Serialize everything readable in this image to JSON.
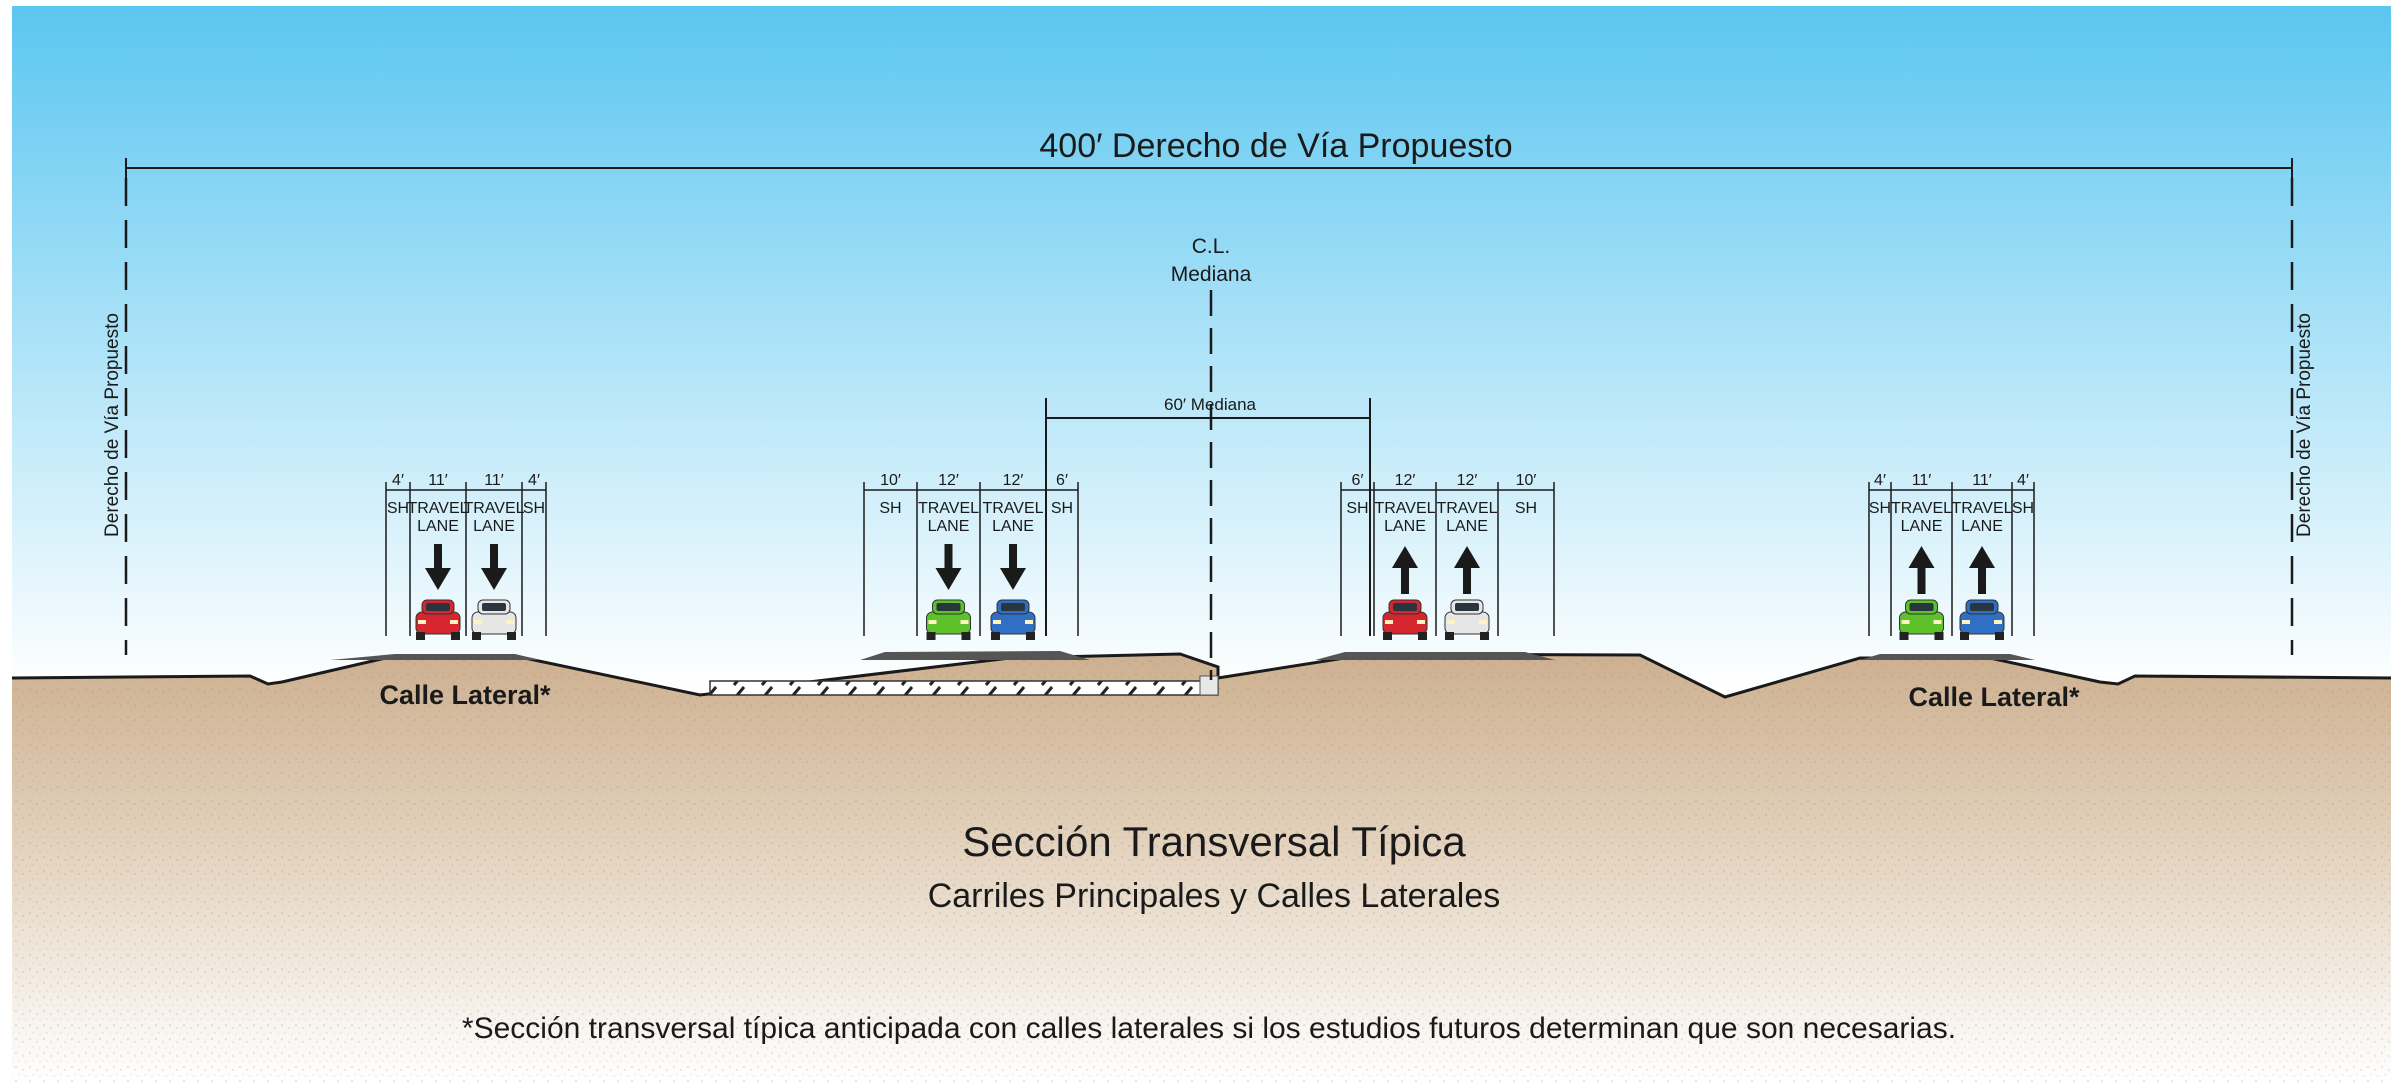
{
  "row_label": "400′ Derecho de Vía Propuesto",
  "row_side_label": "Derecho de Vía Propuesto",
  "centerline": {
    "line1": "C.L.",
    "line2": "Mediana"
  },
  "median_width_label": "60′ Mediana",
  "roadway_groups": [
    {
      "name": "frontage-left",
      "direction": "down",
      "dims": [
        "4′",
        "11′",
        "11′",
        "4′"
      ],
      "lanes": [
        [
          "SH"
        ],
        [
          "TRAVEL",
          "LANE"
        ],
        [
          "TRAVEL",
          "LANE"
        ],
        [
          "SH"
        ]
      ],
      "cars": [
        "#d62630",
        "#e6e6e6"
      ]
    },
    {
      "name": "main-left",
      "direction": "down",
      "dims": [
        "10′",
        "12′",
        "12′",
        "6′"
      ],
      "lanes": [
        [
          "SH"
        ],
        [
          "TRAVEL",
          "LANE"
        ],
        [
          "TRAVEL",
          "LANE"
        ],
        [
          "SH"
        ]
      ],
      "cars": [
        "#5cc12a",
        "#2f6fc4"
      ]
    },
    {
      "name": "main-right",
      "direction": "up",
      "dims": [
        "6′",
        "12′",
        "12′",
        "10′"
      ],
      "lanes": [
        [
          "SH"
        ],
        [
          "TRAVEL",
          "LANE"
        ],
        [
          "TRAVEL",
          "LANE"
        ],
        [
          "SH"
        ]
      ],
      "cars": [
        "#d62630",
        "#e6e6e6"
      ]
    },
    {
      "name": "frontage-right",
      "direction": "up",
      "dims": [
        "4′",
        "11′",
        "11′",
        "4′"
      ],
      "lanes": [
        [
          "SH"
        ],
        [
          "TRAVEL",
          "LANE"
        ],
        [
          "TRAVEL",
          "LANE"
        ],
        [
          "SH"
        ]
      ],
      "cars": [
        "#5cc12a",
        "#2f6fc4"
      ]
    }
  ],
  "frontage_label": "Calle Lateral*",
  "title": "Sección Transversal Típica",
  "subtitle": "Carriles Principales y Calles Laterales",
  "footnote": "*Sección transversal típica anticipada con calles laterales si los estudios futuros determinan que son necesarias.",
  "colors": {
    "sky_top": "#5bc6f0",
    "sky_bottom": "#ffffff",
    "ground_top": "#cdb090",
    "ground_bottom": "#ffffff",
    "pavement": "#555555",
    "line": "#1a1a1a"
  }
}
